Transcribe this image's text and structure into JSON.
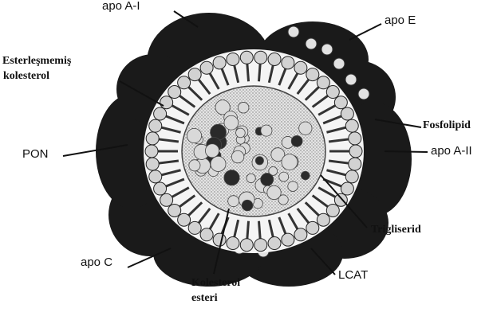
{
  "labels": {
    "apo_a1": "apo A-I",
    "apo_e": "apo E",
    "esterlesmemis_line1": "Esterleşmemiş",
    "esterlesmemis_line2": "kolesterol",
    "fosfolipid": "Fosfolipid",
    "pon": "PON",
    "apo_a2": "apo A-II",
    "trigliserid": "Trigliserid",
    "apo_c": "apo C",
    "lcat": "LCAT",
    "kolesterol_esteri_line1": "Kolesterol",
    "kolesterol_esteri_line2": "esteri"
  },
  "colors": {
    "protein": "#1a1a1a",
    "phospholipid_head": "#d2d2d2",
    "core_lipid": "#d9d9d9",
    "outline": "#222222",
    "background": "#ffffff"
  }
}
